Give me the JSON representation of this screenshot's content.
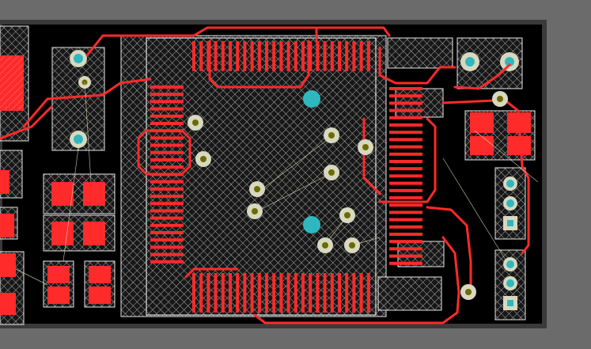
{
  "viewer": {
    "background_color": "#6b6b6b",
    "board_color": "#000000",
    "top_copper_color": "#ff2a2a",
    "silkscreen_color": "#ffffff",
    "via_ring_color": "#d8d8c0",
    "via_hole_color": "#6b6b00",
    "drill_color": "#2fb7c0"
  },
  "board": {
    "name": "",
    "layers_visible": [
      "top-copper",
      "silkscreen",
      "vias",
      "drill-holes"
    ]
  },
  "labels": []
}
